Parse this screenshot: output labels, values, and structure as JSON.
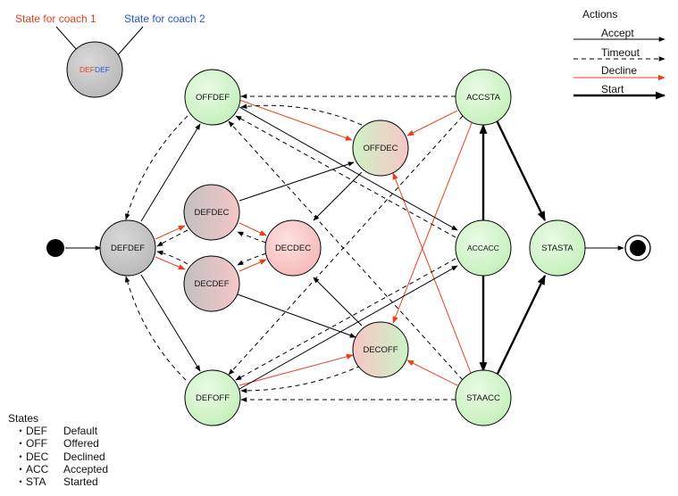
{
  "captions": {
    "coach1": "State for coach 1",
    "coach2": "State for coach 2",
    "coach1_color": "#e8401c",
    "coach2_color": "#2a55d8"
  },
  "key_node": {
    "part1": "DEF",
    "part2": "DEF"
  },
  "legend": {
    "title": "Actions",
    "items": [
      {
        "label": "Accept",
        "style": "solid"
      },
      {
        "label": "Timeout",
        "style": "dashed"
      },
      {
        "label": "Decline",
        "style": "red"
      },
      {
        "label": "Start",
        "style": "thick"
      }
    ]
  },
  "colors": {
    "accept": "#000000",
    "decline": "#e8401c",
    "green_fill": "#d4f5cc",
    "grey_fill": "#c4c4c4",
    "red_fill": "#f8c8c8"
  },
  "nodes": {
    "defdef": "DEFDEF",
    "offdef": "OFFDEF",
    "defdec": "DEFDEC",
    "decdef": "DECDEF",
    "defoff": "DEFOFF",
    "decdec": "DECDEC",
    "offdec": "OFFDEC",
    "decoff": "DECOFF",
    "accsta": "ACCSTA",
    "accacc": "ACCACC",
    "staacc": "STAACC",
    "stasta": "STASTA"
  },
  "states": {
    "title": "States",
    "items": [
      {
        "abbr": "・DEF",
        "meaning": "Default"
      },
      {
        "abbr": "・OFF",
        "meaning": "Offered"
      },
      {
        "abbr": "・DEC",
        "meaning": "Declined"
      },
      {
        "abbr": "・ACC",
        "meaning": "Accepted"
      },
      {
        "abbr": "・STA",
        "meaning": "Started"
      }
    ]
  }
}
